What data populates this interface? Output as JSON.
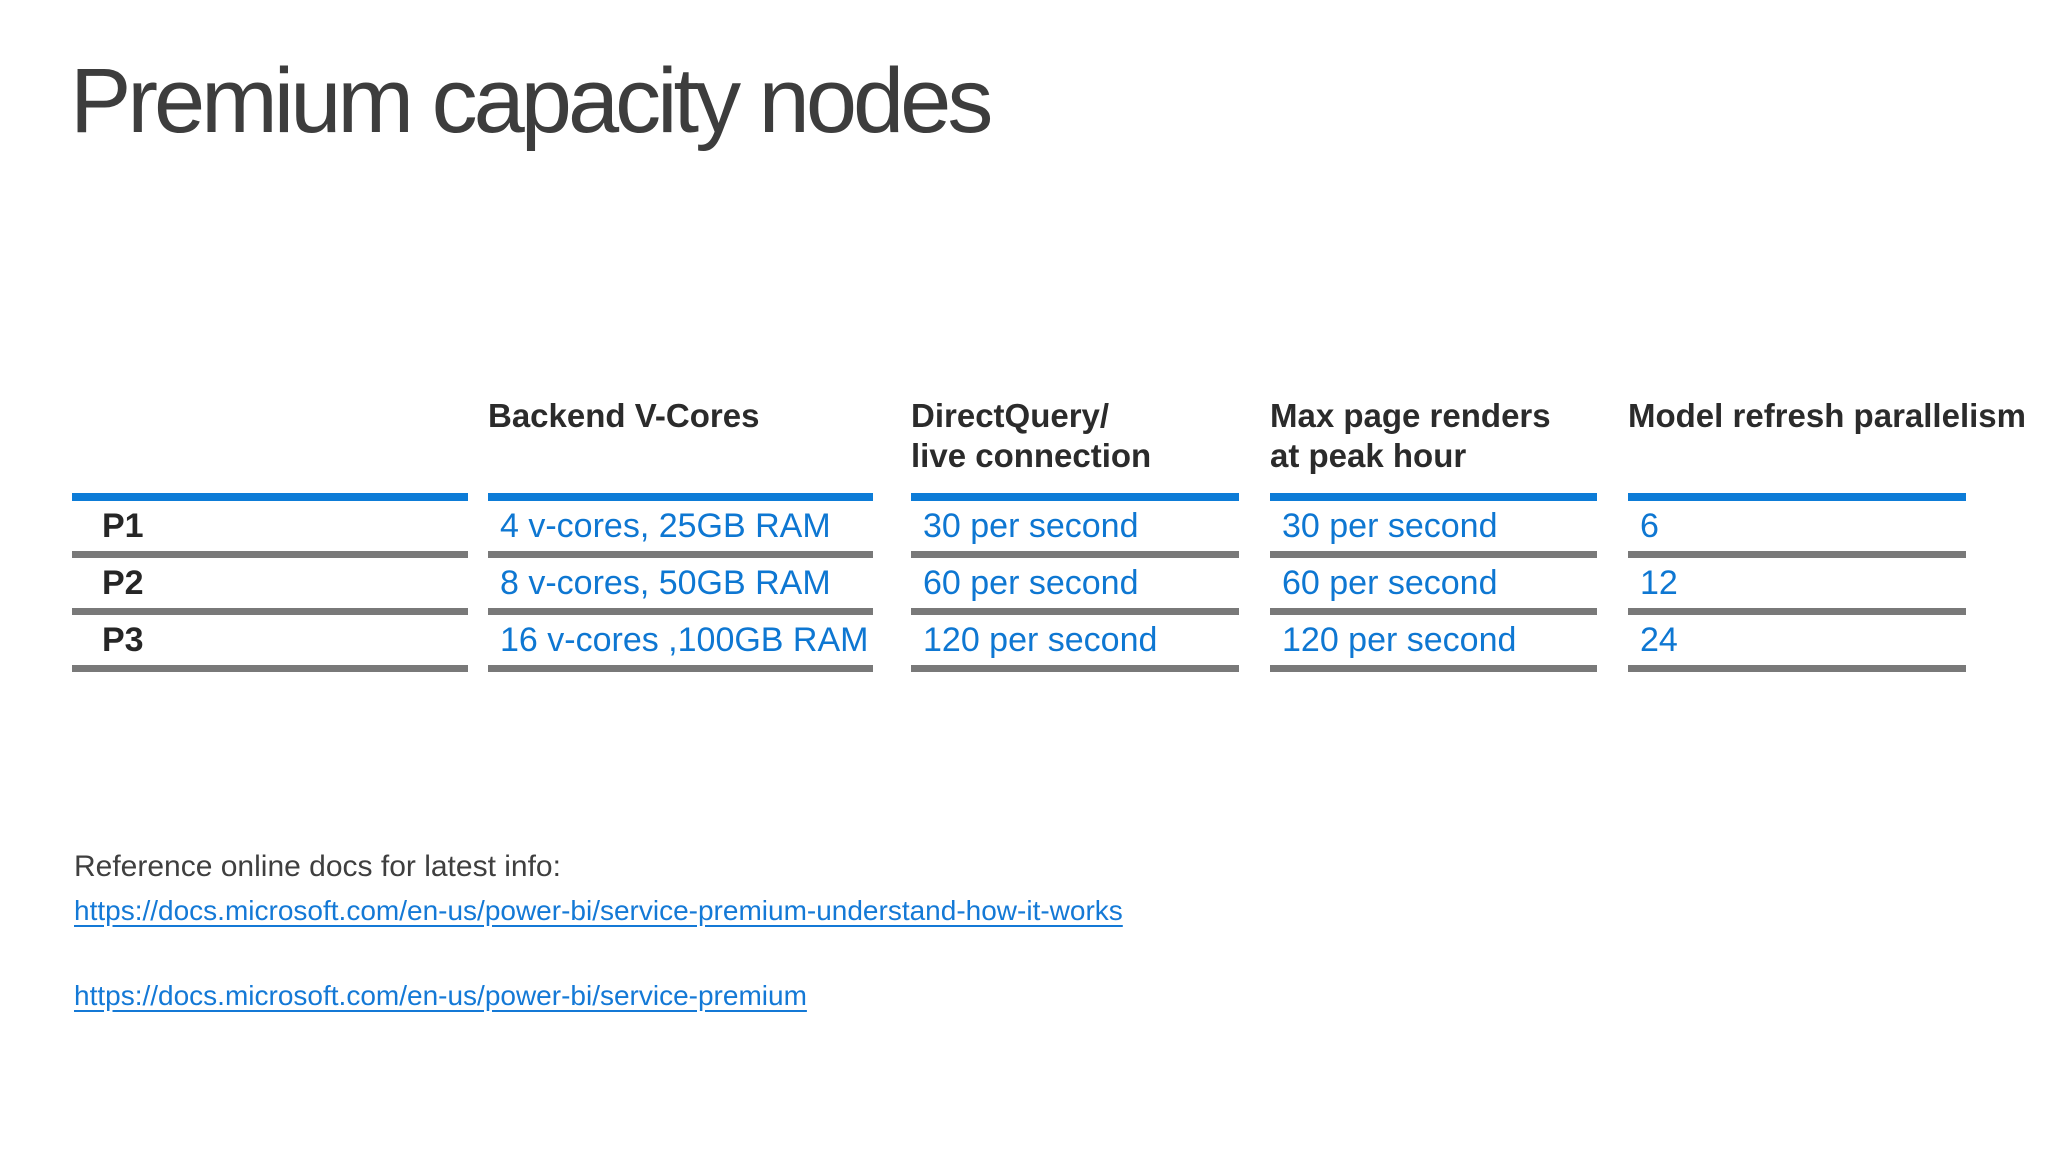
{
  "title": "Premium capacity nodes",
  "table": {
    "columns": [
      {
        "id": "node",
        "header_lines": [],
        "cells": [
          "P1",
          "P2",
          "P3"
        ]
      },
      {
        "id": "backend",
        "header_lines": [
          "Backend V-Cores"
        ],
        "cells": [
          "4 v-cores, 25GB RAM",
          "8 v-cores, 50GB RAM",
          "16 v-cores ,100GB RAM"
        ]
      },
      {
        "id": "directquery",
        "header_lines": [
          "DirectQuery/",
          "live connection"
        ],
        "cells": [
          "30 per second",
          "60 per second",
          "120 per second"
        ]
      },
      {
        "id": "renders",
        "header_lines": [
          "Max page renders",
          "at peak hour"
        ],
        "cells": [
          "30 per second",
          "60 per second",
          "120 per second"
        ]
      },
      {
        "id": "parallelism",
        "header_lines": [
          "Model refresh parallelism"
        ],
        "cells": [
          "6",
          "12",
          "24"
        ]
      }
    ]
  },
  "footer": {
    "note": "Reference online docs for latest info:",
    "links": [
      "https://docs.microsoft.com/en-us/power-bi/service-premium-understand-how-it-works",
      "https://docs.microsoft.com/en-us/power-bi/service-premium"
    ]
  },
  "colors": {
    "accent_blue_line": "#0d7cd7",
    "accent_blue_text": "#0e77d2",
    "separator_gray": "#797979",
    "link_blue": "#1479d6",
    "title_gray": "#3d3d3d",
    "background": "#ffffff"
  }
}
